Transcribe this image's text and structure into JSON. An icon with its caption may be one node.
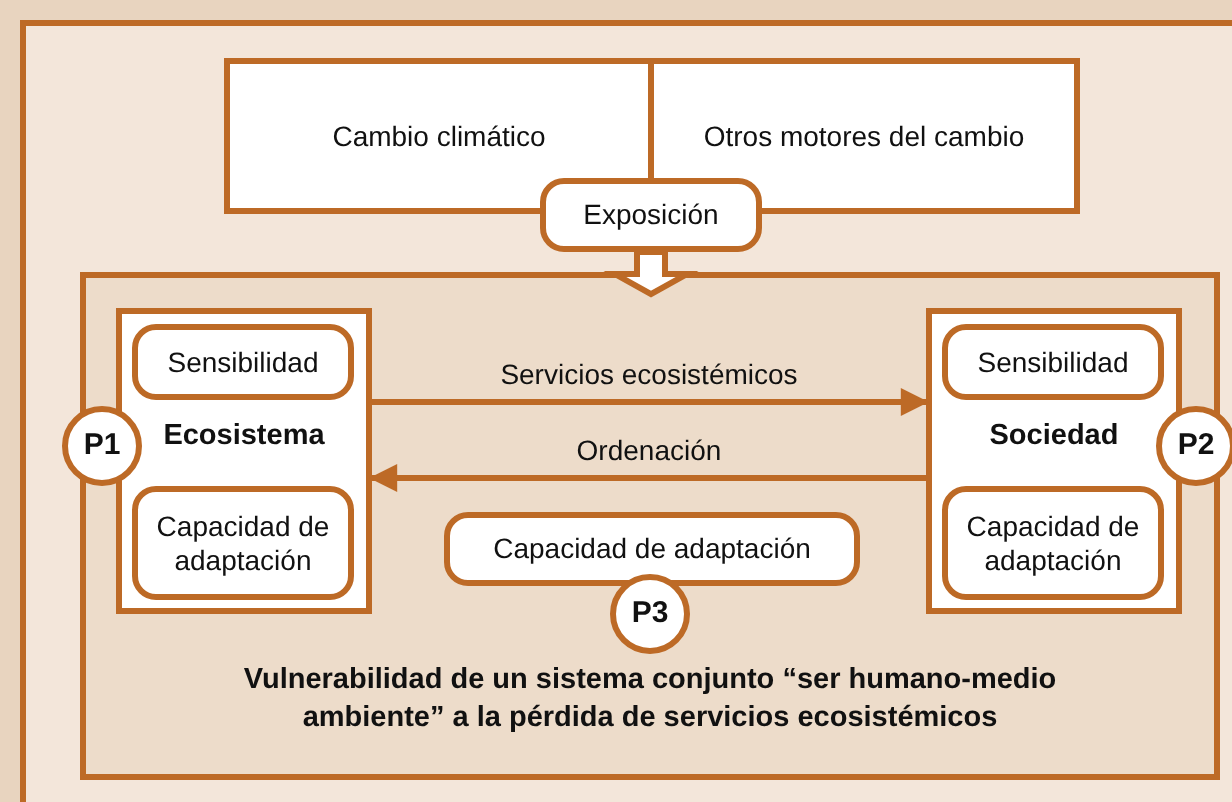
{
  "diagram": {
    "nodes": [
      {
        "text": [
          "Cambio climático"
        ]
      },
      {
        "text": [
          "Otros motores del cambio"
        ]
      },
      {
        "text": [
          "Exposición"
        ]
      },
      {
        "text": [
          "Vulnerabilidad de un sistema conjunto “ser humano-medio ambiente” a la pérdida de servicios ecosistémicos"
        ]
      },
      {
        "text": [
          "Ecosistema"
        ],
        "in": 3
      },
      {
        "text": [
          "Sensibilidad"
        ],
        "in": 4
      },
      {
        "text": [
          "Capacidad de adaptación"
        ],
        "in": 4
      },
      {
        "text": [
          "P1"
        ]
      },
      {
        "text": [
          "Sociedad"
        ],
        "in": 3
      },
      {
        "text": [
          "Sensibilidad"
        ],
        "in": 8
      },
      {
        "text": [
          "Capacidad de adaptación"
        ],
        "in": 8
      },
      {
        "text": [
          "P2"
        ]
      },
      {
        "text": [
          "Capacidad de adaptación"
        ],
        "in": 3
      },
      {
        "text": [
          "P3"
        ],
        "in": 3
      }
    ],
    "edges": [
      {
        "from": 2,
        "to": 3,
        "arrow": "to",
        "style": "thick"
      },
      {
        "from": 4,
        "to": 8,
        "label": "Servicios ecosistémicos",
        "arrow": "to"
      },
      {
        "from": 8,
        "to": 4,
        "label": "Ordenación",
        "arrow": "to"
      }
    ]
  }
}
